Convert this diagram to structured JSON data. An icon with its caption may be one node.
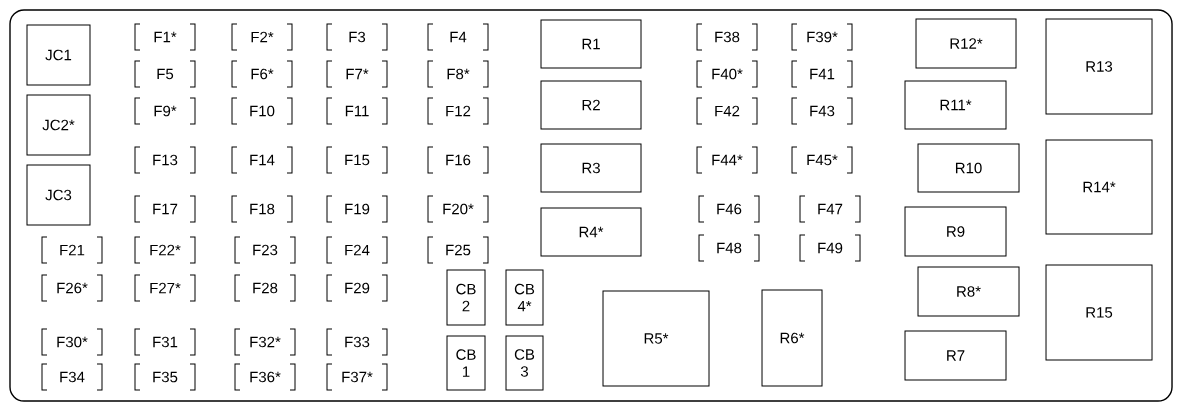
{
  "diagram": {
    "nodes": [
      {
        "text": [
          "JC1"
        ]
      },
      {
        "text": [
          "JC2*"
        ]
      },
      {
        "text": [
          "JC3"
        ]
      },
      {
        "text": [
          "R1"
        ]
      },
      {
        "text": [
          "R2"
        ]
      },
      {
        "text": [
          "R3"
        ]
      },
      {
        "text": [
          "R4*"
        ]
      },
      {
        "text": [
          "CB 2"
        ]
      },
      {
        "text": [
          "CB 4*"
        ]
      },
      {
        "text": [
          "CB 1"
        ]
      },
      {
        "text": [
          "CB 3"
        ]
      },
      {
        "text": [
          "R5*"
        ]
      },
      {
        "text": [
          "R6*"
        ]
      },
      {
        "text": [
          "R12*"
        ]
      },
      {
        "text": [
          "R11*"
        ]
      },
      {
        "text": [
          "R10"
        ]
      },
      {
        "text": [
          "R9"
        ]
      },
      {
        "text": [
          "R8*"
        ]
      },
      {
        "text": [
          "R7"
        ]
      },
      {
        "text": [
          "R13"
        ]
      },
      {
        "text": [
          "R14*"
        ]
      },
      {
        "text": [
          "R15"
        ]
      }
    ],
    "labels": [
      "F1*",
      "F2*",
      "F3",
      "F4",
      "F5",
      "F6*",
      "F7*",
      "F8*",
      "F9*",
      "F10",
      "F11",
      "F12",
      "F13",
      "F14",
      "F15",
      "F16",
      "F17",
      "F18",
      "F19",
      "F20*",
      "F21",
      "F22*",
      "F23",
      "F24",
      "F25",
      "F26*",
      "F27*",
      "F28",
      "F29",
      "F30*",
      "F31",
      "F32*",
      "F33",
      "F34",
      "F35",
      "F36*",
      "F37*",
      "F38",
      "F39*",
      "F40*",
      "F41",
      "F42",
      "F43",
      "F44*",
      "F45*",
      "F46",
      "F47",
      "F48",
      "F49"
    ]
  }
}
